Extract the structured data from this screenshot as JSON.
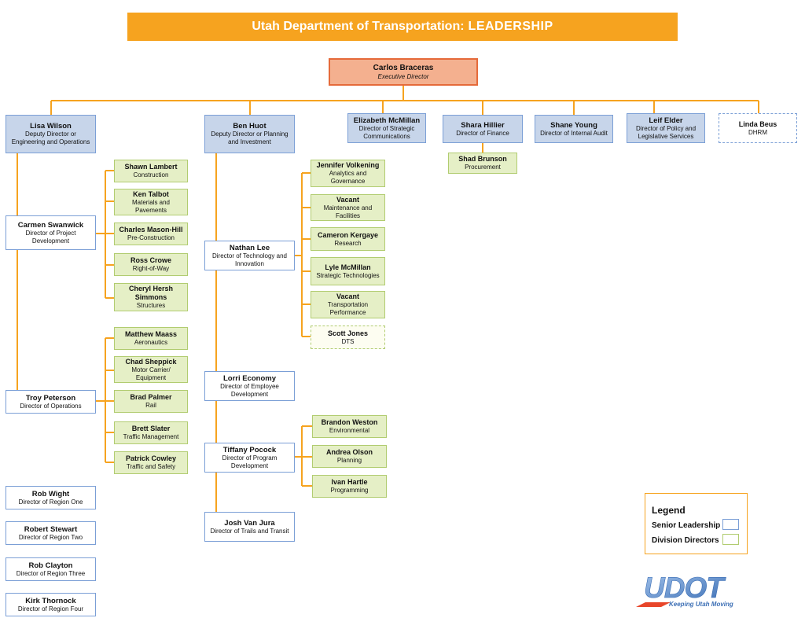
{
  "title": {
    "main": "Utah Department of Transportation:",
    "emph": "LEADERSHIP"
  },
  "executive": {
    "name": "Carlos Braceras",
    "role": "Executive Director"
  },
  "top_row": [
    {
      "name": "Lisa Wilson",
      "role": "Deputy Director or Engineering and Operations"
    },
    {
      "name": "Ben Huot",
      "role": "Deputy Director or Planning and Investment"
    },
    {
      "name": "Elizabeth McMillan",
      "role": "Director of Strategic Communications"
    },
    {
      "name": "Shara Hillier",
      "role": "Director of Finance"
    },
    {
      "name": "Shane Young",
      "role": "Director of Internal Audit"
    },
    {
      "name": "Leif Elder",
      "role": "Director of Policy and Legislative Services"
    },
    {
      "name": "Linda Beus",
      "role": "DHRM"
    }
  ],
  "finance_sub": {
    "name": "Shad Brunson",
    "role": "Procurement"
  },
  "lisa_reports": [
    {
      "name": "Carmen Swanwick",
      "role": "Director of Project Development"
    },
    {
      "name": "Troy Peterson",
      "role": "Director of Operations"
    },
    {
      "name": "Rob Wight",
      "role": "Director of Region One"
    },
    {
      "name": "Robert Stewart",
      "role": "Director of Region Two"
    },
    {
      "name": "Rob Clayton",
      "role": "Director of Region Three"
    },
    {
      "name": "Kirk Thornock",
      "role": "Director of Region Four"
    }
  ],
  "carmen_divs": [
    {
      "name": "Shawn Lambert",
      "role": "Construction"
    },
    {
      "name": "Ken Talbot",
      "role": "Materials and Pavements"
    },
    {
      "name": "Charles Mason-Hill",
      "role": "Pre-Construction"
    },
    {
      "name": "Ross Crowe",
      "role": "Right-of-Way"
    },
    {
      "name": "Cheryl Hersh Simmons",
      "role": "Structures"
    }
  ],
  "troy_divs": [
    {
      "name": "Matthew Maass",
      "role": "Aeronautics"
    },
    {
      "name": "Chad Sheppick",
      "role": "Motor Carrier/ Equipment"
    },
    {
      "name": "Brad Palmer",
      "role": "Rail"
    },
    {
      "name": "Brett Slater",
      "role": "Traffic Management"
    },
    {
      "name": "Patrick Cowley",
      "role": "Traffic and Safety"
    }
  ],
  "ben_reports": [
    {
      "name": "Nathan Lee",
      "role": "Director of Technology and Innovation"
    },
    {
      "name": "Lorri Economy",
      "role": "Director of Employee Development"
    },
    {
      "name": "Tiffany Pocock",
      "role": "Director of Program Development"
    },
    {
      "name": "Josh Van Jura",
      "role": "Director of Trails and Transit"
    }
  ],
  "nathan_divs": [
    {
      "name": "Jennifer Volkening",
      "role": "Analytics and Governance"
    },
    {
      "name": "Vacant",
      "role": "Maintenance and Facilities"
    },
    {
      "name": "Cameron Kergaye",
      "role": "Research"
    },
    {
      "name": "Lyle McMillan",
      "role": "Strategic Technologies"
    },
    {
      "name": "Vacant",
      "role": "Transportation Performance"
    },
    {
      "name": "Scott Jones",
      "role": "DTS"
    }
  ],
  "tiffany_divs": [
    {
      "name": "Brandon Weston",
      "role": "Environmental"
    },
    {
      "name": "Andrea Olson",
      "role": "Planning"
    },
    {
      "name": "Ivan Hartle",
      "role": "Programming"
    }
  ],
  "legend": {
    "title": "Legend",
    "senior": "Senior Leadership",
    "division": "Division Directors"
  },
  "logo": {
    "text": "UDOT",
    "tagline": "Keeping Utah Moving"
  },
  "colors": {
    "orange": "#f6a31f",
    "exec_fill": "#f4b08f",
    "senior_fill": "#c7d5ea",
    "blue_border": "#7b9fd6",
    "division_fill": "#e5efc6",
    "green_border": "#b1cc70",
    "logo_blue": "#3c6fb5",
    "logo_red": "#e8462a"
  }
}
